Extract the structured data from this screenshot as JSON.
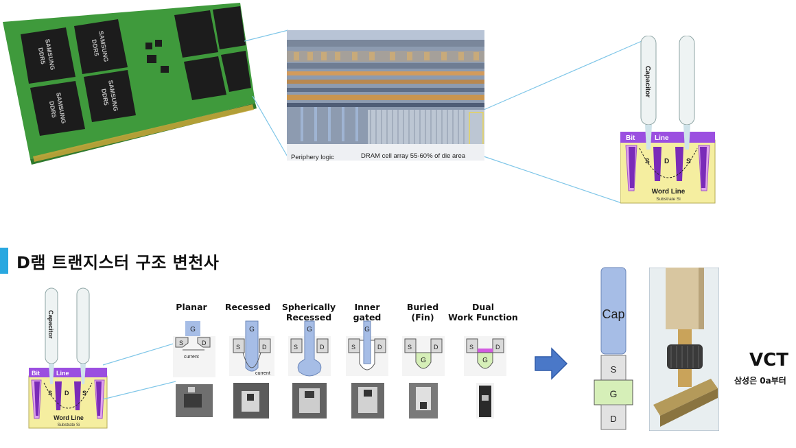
{
  "module": {
    "chip_brand": "SAMSUNG",
    "chip_type": "DDR5"
  },
  "die_photo": {
    "label_left": "Periphery logic",
    "label_right": "DRAM cell array 55-60% of die area"
  },
  "cell_diagram": {
    "capacitor": "Capacitor",
    "bit_line_a": "Bit",
    "bit_line_b": "Line",
    "source": "S",
    "drain": "D",
    "word_line": "Word Line",
    "substrate": "Substrate Si"
  },
  "section": {
    "title": "D램 트랜지스터 구조 변천사",
    "accent_color": "#29a8e0"
  },
  "structures": [
    {
      "label_line1": "Planar",
      "label_line2": "",
      "gate": "G",
      "source": "S",
      "drain": "D",
      "note": "current"
    },
    {
      "label_line1": "Recessed",
      "label_line2": "",
      "gate": "G",
      "source": "S",
      "drain": "D",
      "note": "current"
    },
    {
      "label_line1": "Spherically",
      "label_line2": "Recessed",
      "gate": "G",
      "source": "S",
      "drain": "D"
    },
    {
      "label_line1": "Inner gated",
      "label_line2": "",
      "gate": "G",
      "source": "S",
      "drain": "D"
    },
    {
      "label_line1": "Buried",
      "label_line2": "(Fin)",
      "gate": "G",
      "source": "S",
      "drain": "D"
    },
    {
      "label_line1": "Dual",
      "label_line2": "Work Function",
      "gate": "G",
      "source": "S",
      "drain": "D"
    }
  ],
  "vct_stack": {
    "cap": "Cap",
    "source": "S",
    "gate": "G",
    "drain": "D"
  },
  "vct": {
    "title": "VCT",
    "subtitle": "삼성은 0a부터"
  },
  "colors": {
    "pcb_green": "#3f9a3c",
    "chip_black": "#1c1c1c",
    "bit_line_purple": "#9b4fe0",
    "substrate_yellow": "#f5eea0",
    "gate_blue": "#a6bde6",
    "gate_green": "#d6efb8",
    "arrow_blue": "#4a78c8",
    "leader_line": "#7fc6e8"
  }
}
